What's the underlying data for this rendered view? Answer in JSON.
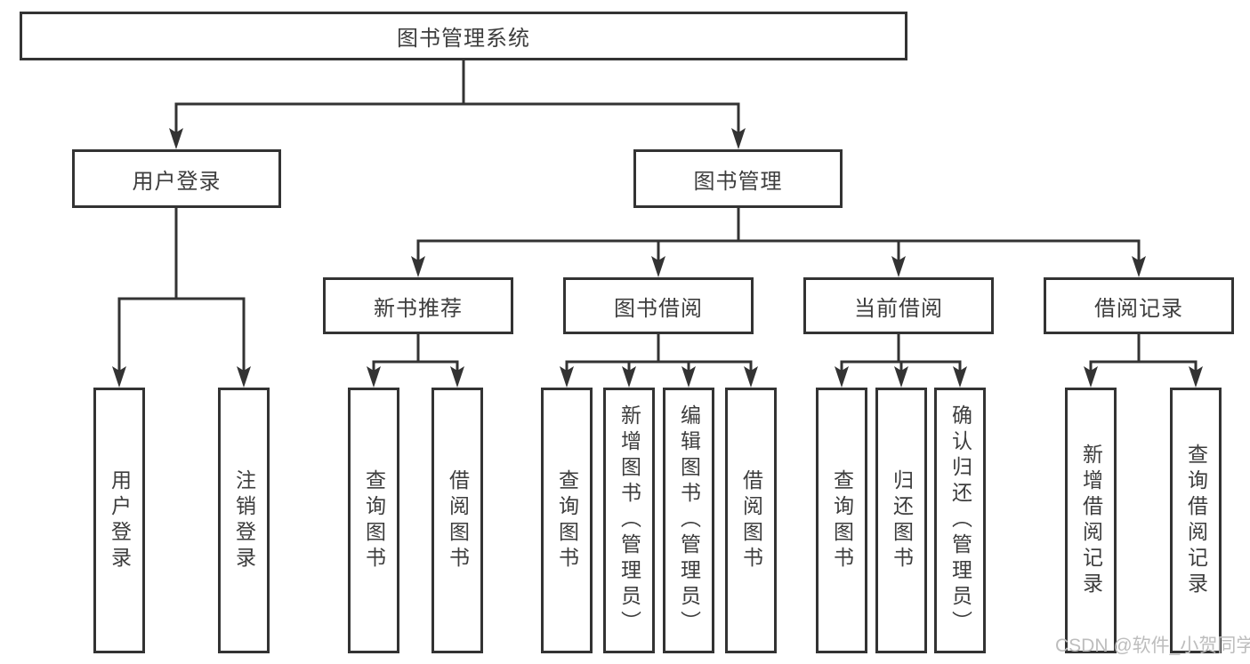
{
  "colors": {
    "line": "#333333",
    "text": "#3d3d3d",
    "background": "#ffffff",
    "watermark": "#bdbdbd"
  },
  "watermark": "CSDN @软件_小贺同学",
  "tree": {
    "label": "图书管理系统",
    "children": [
      {
        "label": "用户登录",
        "children": [
          {
            "label": "用户登录"
          },
          {
            "label": "注销登录"
          }
        ]
      },
      {
        "label": "图书管理",
        "children": [
          {
            "label": "新书推荐",
            "children": [
              {
                "label": "查询图书"
              },
              {
                "label": "借阅图书"
              }
            ]
          },
          {
            "label": "图书借阅",
            "children": [
              {
                "label": "查询图书"
              },
              {
                "label": "新增图书（管理员）"
              },
              {
                "label": "编辑图书（管理员）"
              },
              {
                "label": "借阅图书"
              }
            ]
          },
          {
            "label": "当前借阅",
            "children": [
              {
                "label": "查询图书"
              },
              {
                "label": "归还图书"
              },
              {
                "label": "确认归还（管理员）"
              }
            ]
          },
          {
            "label": "借阅记录",
            "children": [
              {
                "label": "新增借阅记录"
              },
              {
                "label": "查询借阅记录"
              }
            ]
          }
        ]
      }
    ]
  }
}
